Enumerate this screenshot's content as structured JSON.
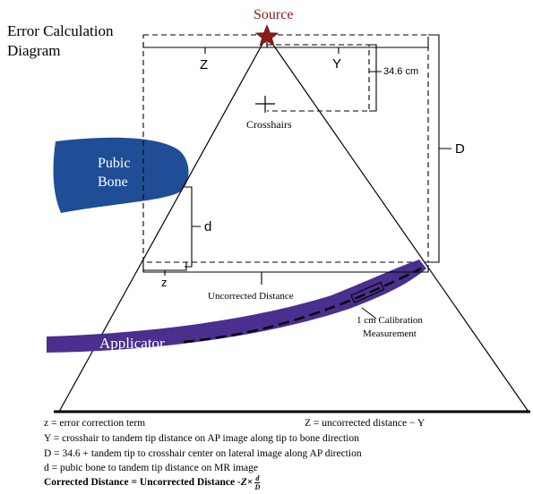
{
  "title": {
    "line1": "Error Calculation",
    "line2": "Diagram"
  },
  "labels": {
    "source": "Source",
    "z_upper": "Z",
    "y": "Y",
    "dist_34_6": "34.6 cm",
    "crosshairs": "Crosshairs",
    "d_upper": "D",
    "pubic_bone_1": "Pubic",
    "pubic_bone_2": "Bone",
    "d_lower": "d",
    "z_lower": "z",
    "uncorrected_distance": "Uncorrected Distance",
    "calibration_1": "1 cm Calibration",
    "calibration_2": "Measurement",
    "applicator": "Applicator"
  },
  "legend": {
    "z_def": "z = error correction term",
    "Z_def": "Z = uncorrected distance − Y",
    "Y_def": "Y = crosshair to tandem tip distance on AP image along tip to bone direction",
    "D_def": "D = 34.6 + tandem tip to crosshair center on lateral image along AP direction",
    "d_def": "d = pubic bone to tandem tip distance on MR image",
    "formula_prefix": "Corrected Distance = Uncorrected Distance - ",
    "formula_var": "Z",
    "formula_times": " × ",
    "formula_num": "d",
    "formula_den": "D"
  },
  "colors": {
    "source_star": "#8b1a1a",
    "source_text": "#8b1a1a",
    "pubic_bone": "#1f4e96",
    "applicator": "#4b2f8f",
    "line": "#000000"
  }
}
